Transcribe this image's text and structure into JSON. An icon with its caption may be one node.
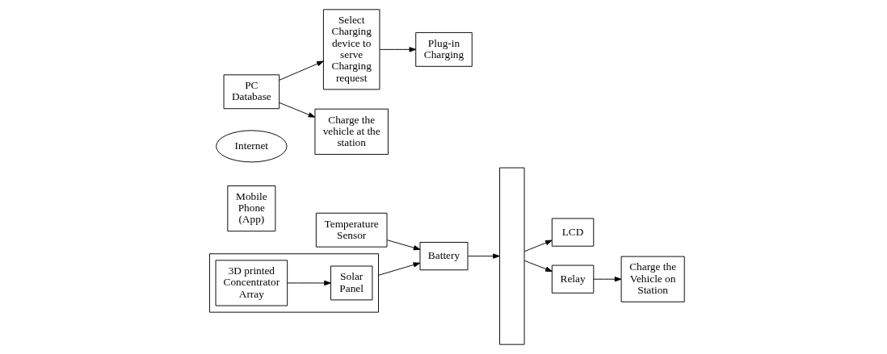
{
  "diagram": {
    "nodes": [
      {
        "text": [
          "Temperature Sensor"
        ]
      },
      {
        "text": [
          "Battery"
        ]
      },
      {
        "text": [],
        "shape": "box"
      },
      {
        "text": [
          "Solar Panel"
        ],
        "in": 2
      },
      {
        "text": [
          "3D printed Concentrator Array"
        ],
        "in": 2
      },
      {
        "text": [],
        "shape": "box"
      },
      {
        "text": [
          "LCD"
        ]
      },
      {
        "text": [
          "Relay"
        ]
      },
      {
        "text": [
          "Charge the Vehicle on Station"
        ]
      },
      {
        "text": [
          "Mobile Phone (App)"
        ]
      },
      {
        "text": [
          "Internet"
        ]
      },
      {
        "text": [
          "PC Database"
        ]
      },
      {
        "text": [
          "Select Charging device to serve Charging request"
        ]
      },
      {
        "text": [
          "Plug-in Charging"
        ]
      },
      {
        "text": [
          "Charge the vehicle at the station"
        ]
      }
    ],
    "edges": [
      {
        "from": 0,
        "to": 1,
        "arrow": "to"
      },
      {
        "from": 2,
        "to": 1,
        "arrow": "to"
      },
      {
        "from": 4,
        "to": 3,
        "arrow": "to"
      },
      {
        "from": 1,
        "to": 5,
        "arrow": "to"
      },
      {
        "from": 5,
        "to": 6,
        "arrow": "to"
      },
      {
        "from": 5,
        "to": 7,
        "arrow": "to"
      },
      {
        "from": 7,
        "to": 8,
        "arrow": "to"
      },
      {
        "from": 11,
        "to": 12,
        "arrow": "to"
      },
      {
        "from": 12,
        "to": 13,
        "arrow": "to"
      },
      {
        "from": 11,
        "to": 14,
        "arrow": "to"
      }
    ]
  }
}
